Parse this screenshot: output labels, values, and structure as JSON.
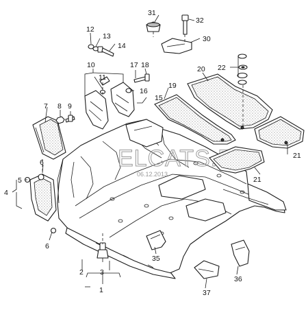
{
  "callouts": [
    "1",
    "2",
    "3",
    "4",
    "5",
    "6",
    "6",
    "7",
    "8",
    "9",
    "10",
    "11",
    "12",
    "13",
    "14",
    "15",
    "16",
    "17",
    "18",
    "19",
    "20",
    "21",
    "21",
    "22",
    "30",
    "31",
    "32",
    "35",
    "36",
    "37"
  ],
  "watermark": {
    "text": "ELCATS.RU",
    "date": "06.12.2013"
  }
}
